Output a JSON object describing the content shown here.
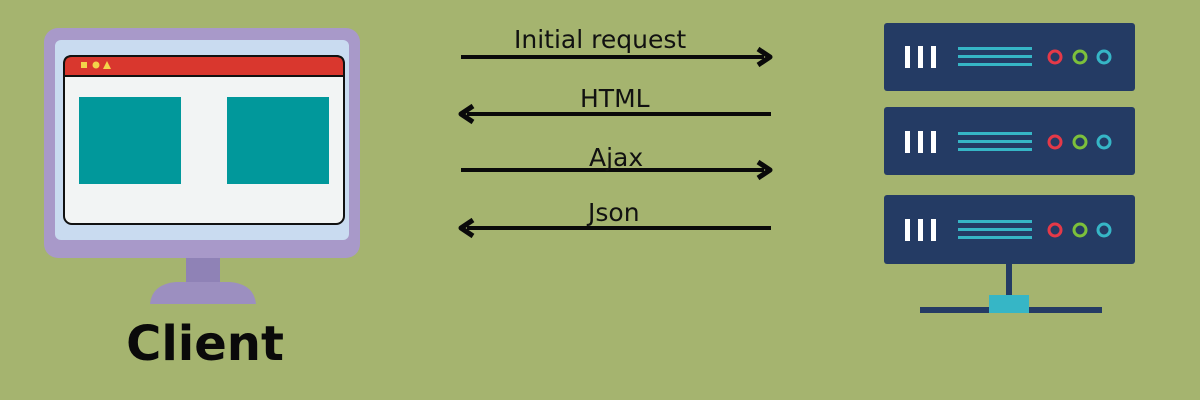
{
  "diagram": {
    "client_label": "Client",
    "messages": [
      {
        "text": "Initial request",
        "direction": "to-server"
      },
      {
        "text": "HTML",
        "direction": "to-client"
      },
      {
        "text": "Ajax",
        "direction": "to-server"
      },
      {
        "text": "Json",
        "direction": "to-client"
      }
    ],
    "server": {
      "units": 3,
      "led_colors": [
        "#e53948",
        "#7cc03b",
        "#36b6c6"
      ]
    },
    "colors": {
      "background": "#a5b46f",
      "monitor_frame": "#a899c9",
      "monitor_stand": "#9c8fc0",
      "browser_bar": "#d9372e",
      "browser_panel": "#01989b",
      "server_body": "#243b64",
      "server_lines": "#36b6c6",
      "arrow": "#0a0a0a"
    }
  }
}
